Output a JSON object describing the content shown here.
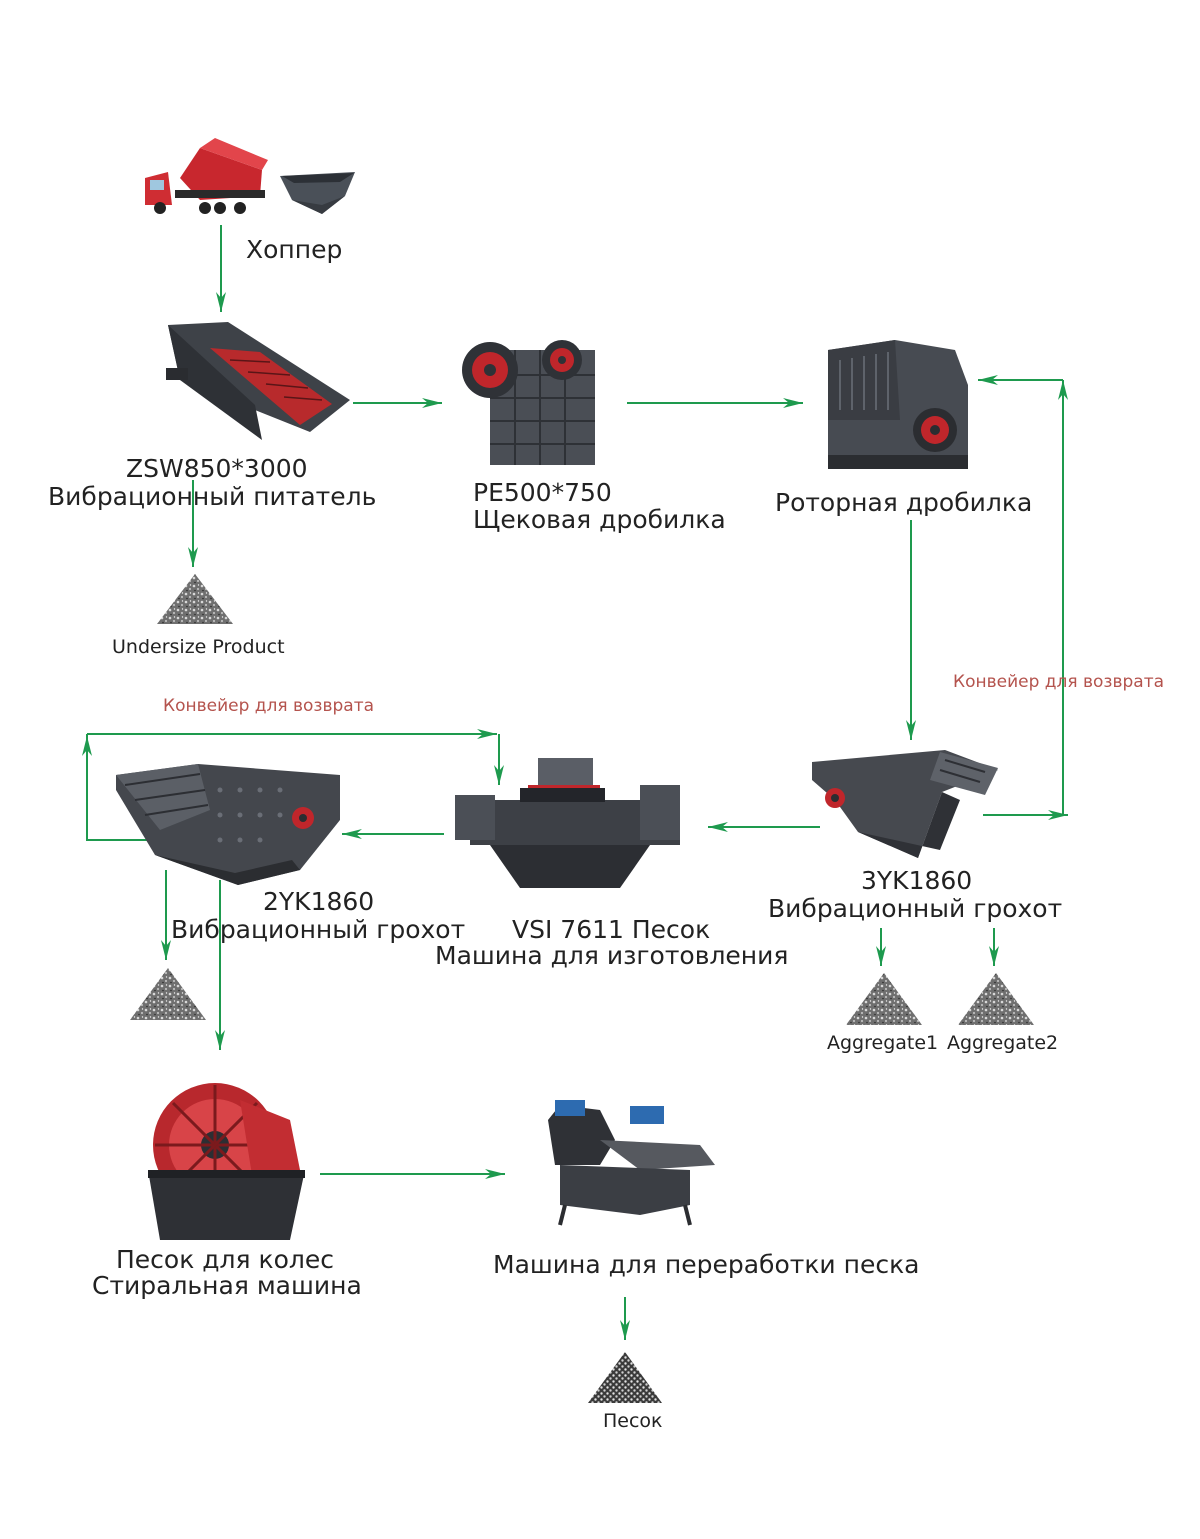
{
  "labels": {
    "hopper": "Хоппер",
    "feeder_model": "ZSW850*3000",
    "feeder_name": "Вибрационный питатель",
    "jaw_model": "PE500*750",
    "jaw_name": "Щековая дробилка",
    "impact_name": "Роторная дробилка",
    "undersize": "Undersize Product",
    "return_conveyor_right": "Конвейер для возврата",
    "return_conveyor_left": "Конвейер для возврата",
    "screen3_model": "3YK1860",
    "screen3_name": "Вибрационный грохот",
    "aggregate1": "Aggregate1",
    "aggregate2": "Aggregate2",
    "vsi_line1": "VSI 7611 Песок",
    "vsi_line2": "Машина для изготовления",
    "screen2_model": "2YK1860",
    "screen2_name": "Вибрационный грохот",
    "washer_line1": "Песок для колес",
    "washer_line2": "Стиральная машина",
    "recycler_name": "Машина для переработки песка",
    "sand": "Песок"
  },
  "colors": {
    "arrow": "#1e9a4e",
    "return_label": "#b4534d",
    "machine_body": "#3b3d42",
    "machine_accent": "#c0262b"
  },
  "icons": [
    "dump-truck-icon",
    "hopper-icon",
    "vibrating-feeder-icon",
    "jaw-crusher-icon",
    "impact-crusher-icon",
    "vibrating-screen-icon",
    "vsi-crusher-icon",
    "wheel-sand-washer-icon",
    "sand-recycling-machine-icon",
    "gravel-pile-icon"
  ]
}
